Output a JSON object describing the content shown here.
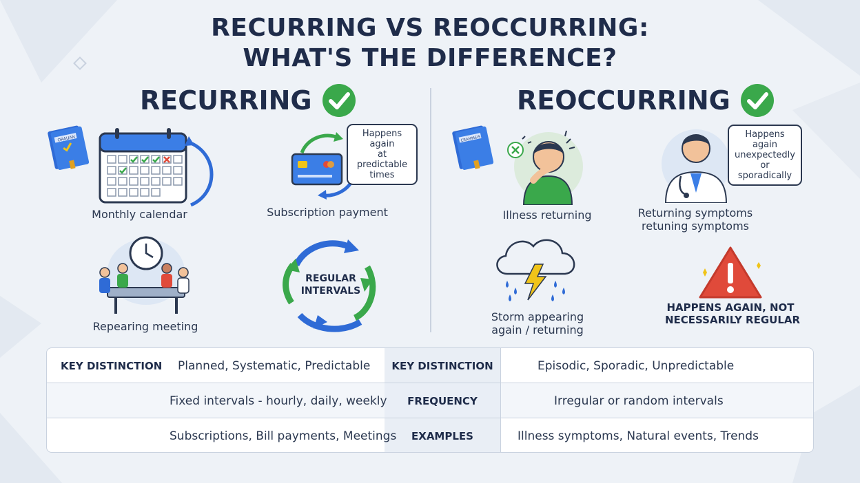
{
  "title": {
    "line1": "RECURRING VS REOCCURRING:",
    "line2": "WHAT'S THE DIFFERENCE?"
  },
  "left": {
    "heading": "RECURRING",
    "book_label": "ORAUAN",
    "items": {
      "calendar": "Monthly calendar",
      "payment": "Subscription payment",
      "payment_bubble": [
        "Happens again",
        "at predictable",
        "times"
      ],
      "meeting": "Repearing meeting",
      "intervals": [
        "REGULAR",
        "INTERVALS"
      ]
    }
  },
  "right": {
    "heading": "REOCCURRING",
    "book_label": "CRAMMEIS",
    "items": {
      "illness": "Illness returning",
      "symptoms": [
        "Returning symptoms",
        "retuning symptoms"
      ],
      "symptoms_bubble": [
        "Happens again",
        "unexpectedly or",
        "sporadically"
      ],
      "storm": [
        "Storm appearing",
        "again / returning"
      ],
      "warning": [
        "HAPPENS AGAIN, NOT",
        "NECESSARILY REGULAR"
      ]
    }
  },
  "table": {
    "rows": [
      {
        "left_label": "KEY DISTINCTION",
        "left_value": "Planned, Systematic, Predictable",
        "right_label": "KEY DISTINCTION",
        "right_value": "Episodic, Sporadic, Unpredictable"
      },
      {
        "left_label": "",
        "left_value": "Fixed intervals - hourly, daily, weekly",
        "right_label": "FREQUENCY",
        "right_value": "Irregular or random intervals"
      },
      {
        "left_label": "",
        "left_value": "Subscriptions, Bill payments, Meetings",
        "right_label": "EXAMPLES",
        "right_value": "Illness symptoms, Natural events, Trends"
      }
    ]
  },
  "colors": {
    "navy": "#1f2c4a",
    "green": "#3aa84b",
    "blue": "#2f6bd6",
    "red": "#e04a3a"
  }
}
